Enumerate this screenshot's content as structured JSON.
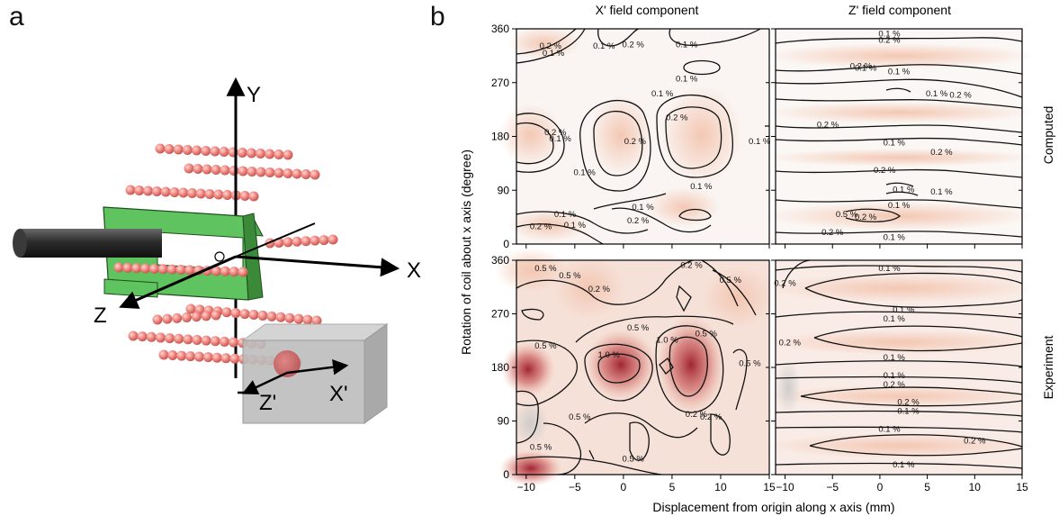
{
  "panel_a": {
    "letter": "a",
    "axes": {
      "x": "X",
      "y": "Y",
      "z": "Z",
      "xp": "X'",
      "zp": "Z'"
    }
  },
  "panel_b": {
    "letter": "b",
    "col_titles": [
      "X' field component",
      "Z' field component"
    ],
    "row_labels": [
      "Computed",
      "Experiment"
    ],
    "ylabel": "Rotation of coil about x axis (degree)",
    "xlabel": "Displacement from origin along x axis (mm)"
  },
  "chart_data": {
    "type": "heatmap",
    "x_ticks": [
      "−10",
      "−5",
      "0",
      "5",
      "10",
      "15"
    ],
    "y_ticks": [
      "0",
      "90",
      "180",
      "270",
      "360"
    ],
    "xlim": [
      -11,
      15
    ],
    "ylim": [
      0,
      360
    ],
    "panels": [
      {
        "row": "Computed",
        "col": "X' field component",
        "contour_labels": [
          {
            "x": -7.5,
            "y": 330,
            "t": "0.2 %"
          },
          {
            "x": -7.2,
            "y": 318,
            "t": "0.1 %"
          },
          {
            "x": -2.0,
            "y": 330,
            "t": "0.1 %"
          },
          {
            "x": 1.0,
            "y": 332,
            "t": "0.2 %"
          },
          {
            "x": 6.5,
            "y": 332,
            "t": "0.1 %"
          },
          {
            "x": 6.5,
            "y": 275,
            "t": "0.1 %"
          },
          {
            "x": 4.0,
            "y": 250,
            "t": "0.1 %"
          },
          {
            "x": 5.5,
            "y": 210,
            "t": "0.2 %"
          },
          {
            "x": -7.0,
            "y": 185,
            "t": "0.2 %"
          },
          {
            "x": -6.5,
            "y": 175,
            "t": "0.1 %"
          },
          {
            "x": 1.2,
            "y": 170,
            "t": "0.2 %"
          },
          {
            "x": 14.0,
            "y": 170,
            "t": "0.1 %"
          },
          {
            "x": -4.0,
            "y": 118,
            "t": "0.1 %"
          },
          {
            "x": 8.0,
            "y": 95,
            "t": "0.1 %"
          },
          {
            "x": 2.0,
            "y": 60,
            "t": "0.1 %"
          },
          {
            "x": -6.0,
            "y": 48,
            "t": "0.1 %"
          },
          {
            "x": 1.5,
            "y": 38,
            "t": "0.2 %"
          },
          {
            "x": -8.5,
            "y": 28,
            "t": "0.2 %"
          },
          {
            "x": -5.0,
            "y": 30,
            "t": "0.1 %"
          }
        ]
      },
      {
        "row": "Computed",
        "col": "Z' field component",
        "contour_labels": [
          {
            "x": 1.0,
            "y": 350,
            "t": "0.1 %"
          },
          {
            "x": 1.0,
            "y": 340,
            "t": "0.2 %"
          },
          {
            "x": -2.0,
            "y": 296,
            "t": "0.2 %"
          },
          {
            "x": -1.5,
            "y": 293,
            "t": "0.1 %"
          },
          {
            "x": 2.0,
            "y": 287,
            "t": "0.1 %"
          },
          {
            "x": 6.0,
            "y": 250,
            "t": "0.1 %"
          },
          {
            "x": 8.5,
            "y": 248,
            "t": "0.2 %"
          },
          {
            "x": -5.5,
            "y": 198,
            "t": "0.2 %"
          },
          {
            "x": 1.5,
            "y": 168,
            "t": "0.1 %"
          },
          {
            "x": 6.5,
            "y": 152,
            "t": "0.2 %"
          },
          {
            "x": 0.5,
            "y": 122,
            "t": "0.2 %"
          },
          {
            "x": 2.5,
            "y": 90,
            "t": "0.1 %"
          },
          {
            "x": 6.5,
            "y": 86,
            "t": "0.1 %"
          },
          {
            "x": 2.0,
            "y": 63,
            "t": "0.1 %"
          },
          {
            "x": -3.5,
            "y": 48,
            "t": "0.5 %"
          },
          {
            "x": -1.5,
            "y": 44,
            "t": "0.2 %"
          },
          {
            "x": -5.0,
            "y": 18,
            "t": "0.2 %"
          },
          {
            "x": 1.5,
            "y": 10,
            "t": "0.1 %"
          }
        ]
      },
      {
        "row": "Experiment",
        "col": "X' field component",
        "contour_labels": [
          {
            "x": -8.0,
            "y": 345,
            "t": "0.5 %"
          },
          {
            "x": -5.5,
            "y": 333,
            "t": "0.5 %"
          },
          {
            "x": -2.5,
            "y": 310,
            "t": "0.2 %"
          },
          {
            "x": 7.0,
            "y": 350,
            "t": "0.2 %"
          },
          {
            "x": 11.0,
            "y": 325,
            "t": "0.5 %"
          },
          {
            "x": 1.5,
            "y": 245,
            "t": "0.5 %"
          },
          {
            "x": -8.0,
            "y": 215,
            "t": "0.5 %"
          },
          {
            "x": -1.5,
            "y": 200,
            "t": "1.0 %"
          },
          {
            "x": 4.5,
            "y": 225,
            "t": "1.0 %"
          },
          {
            "x": 8.5,
            "y": 235,
            "t": "0.5 %"
          },
          {
            "x": 13.0,
            "y": 185,
            "t": "0.5 %"
          },
          {
            "x": -4.5,
            "y": 95,
            "t": "0.5 %"
          },
          {
            "x": 7.5,
            "y": 100,
            "t": "0.2 %"
          },
          {
            "x": 9.0,
            "y": 95,
            "t": "0.2 %"
          },
          {
            "x": -8.5,
            "y": 45,
            "t": "0.5 %"
          },
          {
            "x": 1.0,
            "y": 25,
            "t": "0.5 %"
          }
        ]
      },
      {
        "row": "Experiment",
        "col": "Z' field component",
        "contour_labels": [
          {
            "x": -10.0,
            "y": 320,
            "t": "0.2 %"
          },
          {
            "x": 1.0,
            "y": 345,
            "t": "0.1 %"
          },
          {
            "x": 2.5,
            "y": 275,
            "t": "0.1 %"
          },
          {
            "x": 1.5,
            "y": 260,
            "t": "0.1 %"
          },
          {
            "x": -9.5,
            "y": 220,
            "t": "0.2 %"
          },
          {
            "x": 1.5,
            "y": 195,
            "t": "0.1 %"
          },
          {
            "x": 1.5,
            "y": 165,
            "t": "0.1 %"
          },
          {
            "x": 1.5,
            "y": 150,
            "t": "0.2 %"
          },
          {
            "x": 3.0,
            "y": 120,
            "t": "0.2 %"
          },
          {
            "x": 3.0,
            "y": 105,
            "t": "0.1 %"
          },
          {
            "x": 1.0,
            "y": 75,
            "t": "0.1 %"
          },
          {
            "x": 10.0,
            "y": 55,
            "t": "0.2 %"
          },
          {
            "x": 2.5,
            "y": 15,
            "t": "0.1 %"
          }
        ]
      }
    ]
  }
}
